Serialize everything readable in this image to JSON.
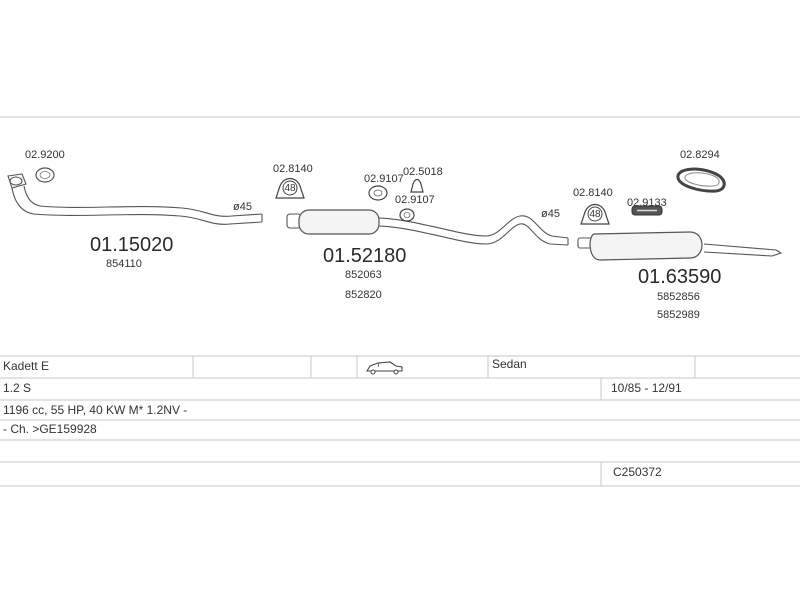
{
  "parts": {
    "front_pipe": {
      "number": "01.15020",
      "oe": [
        "854110"
      ]
    },
    "middle_silencer": {
      "number": "01.52180",
      "oe": [
        "852063",
        "852820"
      ]
    },
    "rear_silencer": {
      "number": "01.63590",
      "oe": [
        "5852856",
        "5852989"
      ]
    }
  },
  "accessories": {
    "gasket_front": "02.9200",
    "clamp_1": "02.8140",
    "hanger_1": "02.9107",
    "clamp_2": "02.5018",
    "hanger_2": "02.9107",
    "clamp_3": "02.8140",
    "hanger_3": "02.9133",
    "rubber_ring": "02.8294"
  },
  "clamp_size": "48",
  "diameters": {
    "d1": "ø45",
    "d2": "ø45"
  },
  "vehicle": {
    "model": "Kadett E",
    "body_type": "Sedan",
    "engine": "1.2 S",
    "years": "10/85 - 12/91",
    "spec": "1196 cc, 55 HP, 40 KW M* 1.2NV -",
    "chassis": "- Ch. >GE159928",
    "code": "C250372"
  }
}
